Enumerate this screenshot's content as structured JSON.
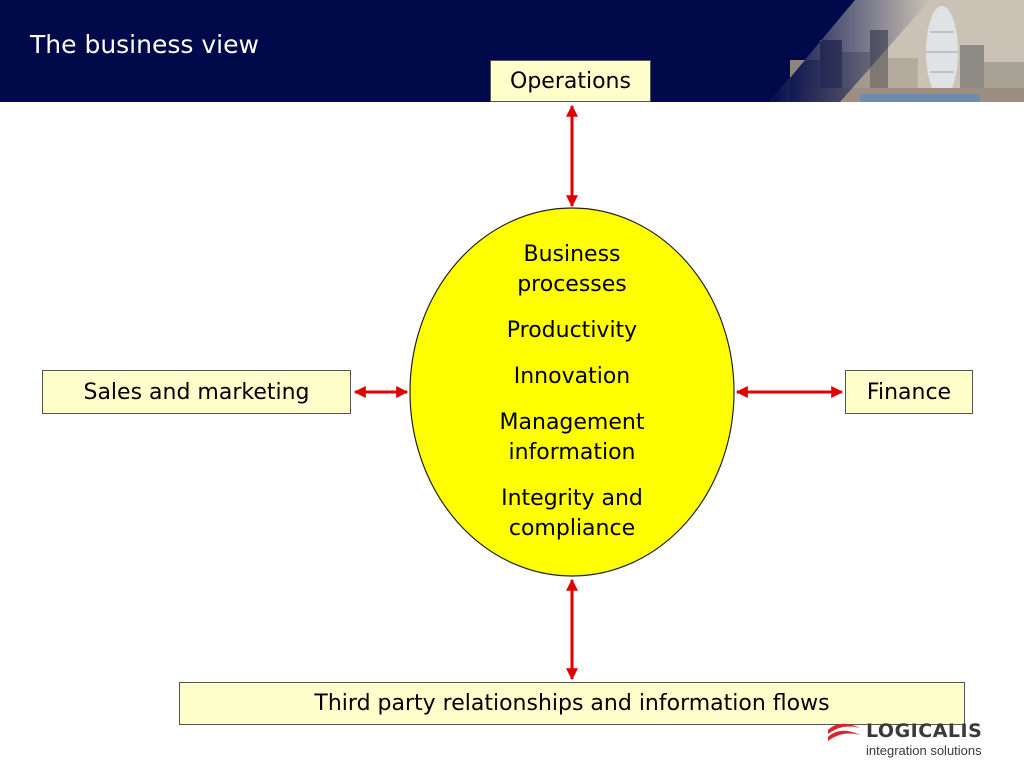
{
  "slide": {
    "title": "The business view"
  },
  "diagram": {
    "core": {
      "items": [
        "Business\nprocesses",
        "Productivity",
        "Innovation",
        "Management\ninformation",
        "Integrity and\ncompliance"
      ],
      "fill": "#ffff00"
    },
    "nodes": {
      "operations": "Operations",
      "sales": "Sales and marketing",
      "finance": "Finance",
      "third_party": "Third party relationships and information flows"
    },
    "box_fill": "#ffffcc",
    "arrow_color": "#e00000"
  },
  "header": {
    "background": "#000a4a"
  },
  "logo": {
    "name": "LOGICALIS",
    "tagline": "integration solutions",
    "mark_color": "#d8262e"
  }
}
